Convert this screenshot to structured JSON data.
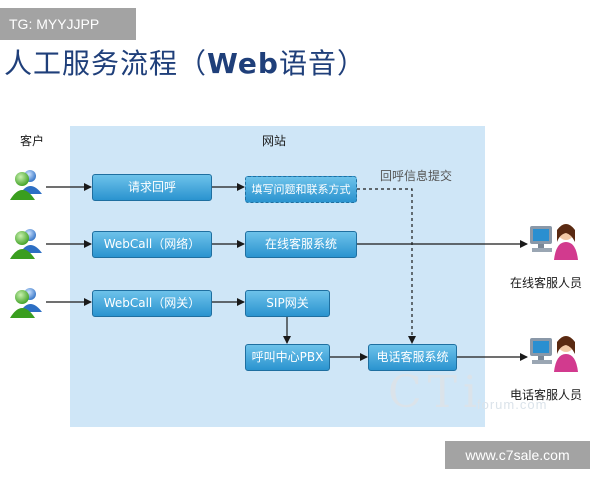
{
  "tag": "TG: MYYJJPP",
  "title": {
    "prefix": "人工服务流程（",
    "web": "Web",
    "suffix": "语音）"
  },
  "labels": {
    "customer": "客户",
    "website": "网站",
    "callback_info": "回呼信息提交",
    "online_agent": "在线客服人员",
    "phone_agent": "电话客服人员"
  },
  "boxes": {
    "request_callback": "请求回呼",
    "fill_form": "填写问题和联系方式",
    "webcall_network": "WebCall（网络）",
    "online_system": "在线客服系统",
    "webcall_gateway": "WebCall（网关）",
    "sip_gateway": "SIP网关",
    "callcenter_pbx": "呼叫中心PBX",
    "phone_system": "电话客服系统"
  },
  "watermark": {
    "main": "CTi",
    "sub": "forum.com"
  },
  "url": "www.c7sale.com",
  "icons": {
    "customer": "msn-user-icon",
    "agent": "agent-at-computer-icon"
  }
}
